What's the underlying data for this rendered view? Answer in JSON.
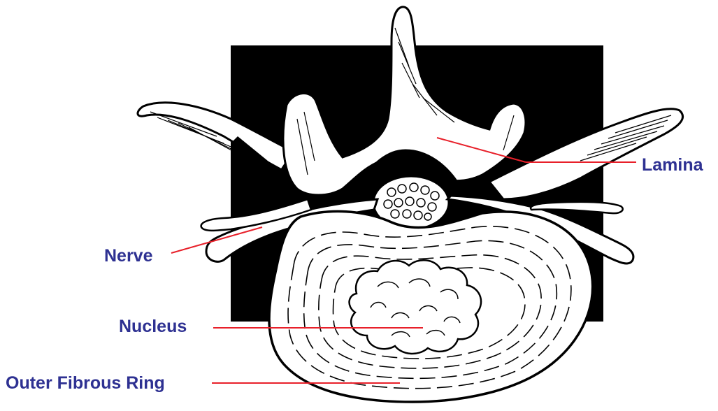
{
  "labels": {
    "lamina": "Lamina",
    "nerve": "Nerve",
    "nucleus": "Nucleus",
    "outer_ring": "Outer Fibrous Ring"
  },
  "colors": {
    "label_text": "#2e3192",
    "leader_line": "#e8202a",
    "background_panel": "#000000",
    "drawing_fill": "#ffffff",
    "outline": "#000000"
  }
}
